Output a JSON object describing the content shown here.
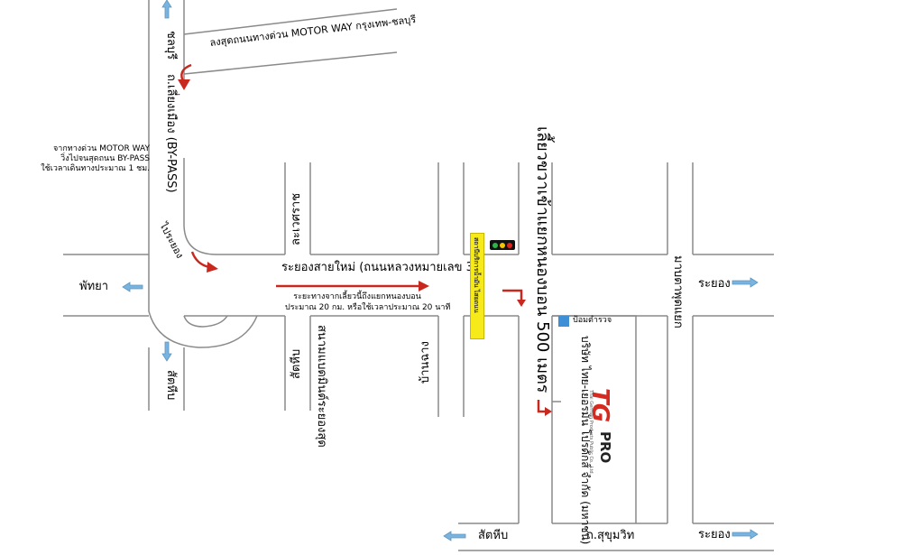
{
  "top_road": {
    "motorway_label": "ลงสุดถนนทางด่วน MOTOR WAY กรุงเทพ-ชลบุรี",
    "chonburi_label": "ชลบุรี",
    "bypass_label": "ถ.เลี่ยงเมือง (BY-PASS)",
    "to_rayong_label": "ไประยอง"
  },
  "motorway_note": {
    "line1": "จากทางด่วน MOTOR WAY",
    "line2": "วิ่งไปจนสุดถนน BY-PASS",
    "line3": "ใช้เวลาเดินทางประมาณ 1 ชม."
  },
  "main_road": {
    "label": "ระยองสายใหม่ (ถนนหลวงหมายเลข 36)",
    "distance_line1": "ระยะทางจากเลี้ยวนี้ถึงแยกหนองบอน",
    "distance_line2": "ประมาณ 20 กม. หรือใช้เวลาประมาณ 20 นาที"
  },
  "directions": {
    "pattaya": "พัทยา",
    "sattahip_left": "สัตหีบ",
    "sattahip_bottom": "สัตหีบ",
    "rayong_right": "ระยอง",
    "rayong_bottom": "ระยอง"
  },
  "side_roads": {
    "rachawet": "ละเวศราช",
    "sattahip_road": "สัตหีบ",
    "stadium": "สนามแบดมินต์ระยองสุด",
    "ban_chang": "บ้านฉาง",
    "map_ta_phut": "มาบตาพุดแยก"
  },
  "turn_note": "เลี้ยวขวาเข้าแยกหนองบอน 500 เมตร",
  "yellow_sign": "สถานีบริการน้ำมัน ไสยถนน",
  "police_label": "ป้อมตำรวจ",
  "company": {
    "name": "บริษัท ไทย-เยอรมัน โปรดักส์ จำกัด (มหาชน)",
    "logo_tg": "TG",
    "logo_pro": "PRO",
    "logo_sub": "Thai German Products Public Co., Ltd."
  },
  "sukhumvit_label": "ถ.สุขุมวิท",
  "colors": {
    "road": "#8a8a8a",
    "route_arrow": "#c8281e",
    "direction_arrow": "#78b4df",
    "sign": "#f6ea1a",
    "logo_red": "#d42a1f"
  }
}
